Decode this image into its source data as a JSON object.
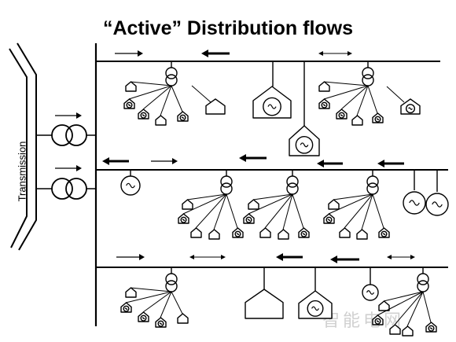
{
  "title": "“Active” Distribution flows",
  "side_label": "Transmission",
  "watermark": "智能电网",
  "icons": {
    "transformer": "transformer-symbol",
    "generator": "generator-symbol",
    "load": "house-load-symbol",
    "gen_load": "house-with-generator-symbol",
    "arrow": "power-flow-arrow"
  }
}
